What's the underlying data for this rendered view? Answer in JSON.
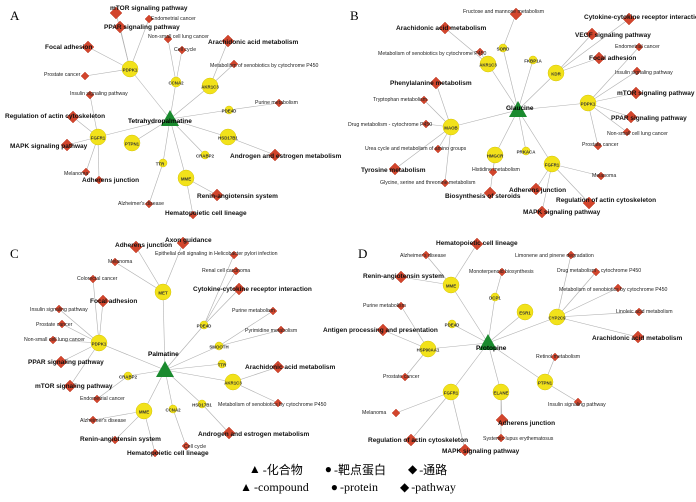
{
  "panels": [
    {
      "label": "A",
      "center": {
        "label": "Tetrahydropalmatine"
      },
      "proteins": [
        "PDPK1",
        "CCNA2",
        "AKR1C3",
        "PTPN1",
        "FGFR1",
        "PDE4D",
        "HSD17B1",
        "TTR",
        "CRABP2",
        "MME"
      ],
      "pathways": [
        "mTOR signaling pathway",
        "PPAR signaling pathway",
        "Endometrial cancer",
        "Non-small cell lung cancer",
        "Cell cycle",
        "Focal adhesion",
        "Arachidonic acid metabolism",
        "Metabolism of xenobiotics by cytochrome P450",
        "Prostate cancer",
        "Insulin signaling pathway",
        "Purine metabolism",
        "Regulation of actin cytoskeleton",
        "MAPK signaling pathway",
        "Androgen and estrogen metabolism",
        "Melanoma",
        "Adherens junction",
        "Renin-angiotensin system",
        "Alzheimer's disease",
        "Hematopoietic cell lineage"
      ]
    },
    {
      "label": "B",
      "center": {
        "label": "Glaucine"
      },
      "proteins": [
        "AKR1C3",
        "SORD",
        "FKBP1A",
        "KDR",
        "PDPK1",
        "MAOB",
        "HMGCR",
        "PRKACA",
        "FGFR1"
      ],
      "pathways": [
        "Fructose and mannose metabolism",
        "Cytokine-cytokine receptor interaction",
        "Arachidonic acid metabolism",
        "VEGF signaling pathway",
        "Metabolism of xenobiotics by cytochrome P450",
        "Focal adhesion",
        "Endometrial cancer",
        "Insulin signaling pathway",
        "Phenylalanine metabolism",
        "mTOR signaling pathway",
        "Tryptophan metabolism",
        "PPAR signaling pathway",
        "Drug metabolism - cytochrome P450",
        "Non-small cell lung cancer",
        "Urea cycle and metabolism of amino groups",
        "Prostate cancer",
        "Histidine metabolism",
        "Melanoma",
        "Tyrosine metabolism",
        "Adherens junction",
        "Glycine, serine and threonine metabolism",
        "Regulation of actin cytoskeleton",
        "Biosynthesis of steroids",
        "MAPK signaling pathway"
      ]
    },
    {
      "label": "C",
      "center": {
        "label": "Palmatine"
      },
      "proteins": [
        "MET",
        "PDPK1",
        "PDE4D",
        "SMOOTH",
        "CRABP2",
        "TTR",
        "AKR1C3",
        "HSD17B1",
        "MME",
        "CCNA2"
      ],
      "pathways": [
        "Axon guidance",
        "Adherens junction",
        "Epithelial cell signaling in Helicobacter pylori infection",
        "Melanoma",
        "Renal cell carcinoma",
        "Colorectal cancer",
        "Cytokine-cytokine receptor interaction",
        "Focal adhesion",
        "Purine metabolism",
        "Insulin signaling pathway",
        "Prostate cancer",
        "Pyrimidine metabolism",
        "Non-small cell lung cancer",
        "PPAR signaling pathway",
        "mTOR signaling pathway",
        "Arachidonic acid metabolism",
        "Endometrial cancer",
        "Metabolism of xenobiotics by cytochrome P450",
        "Alzheimer's disease",
        "Androgen and estrogen metabolism",
        "Renin-angiotensin system",
        "Hematopoietic cell lineage",
        "Cell cycle"
      ]
    },
    {
      "label": "D",
      "center": {
        "label": "Protopine"
      },
      "proteins": [
        "MME",
        "DCP1",
        "PDE4D",
        "HSP90AA1",
        "ESR1",
        "CYP2C9",
        "FGFR1",
        "ELANE",
        "PTPN1"
      ],
      "pathways": [
        "Hematopoietic cell lineage",
        "Alzheimer's disease",
        "Limonene and pinene degradation",
        "Renin-angiotensin system",
        "Monoterpenoid biosynthesis",
        "Drug metabolism - cytochrome P450",
        "Purine metabolism",
        "Metabolism of xenobiotics by cytochrome P450",
        "Antigen processing and presentation",
        "Linoleic acid metabolism",
        "Arachidonic acid metabolism",
        "Retinol metabolism",
        "Prostate cancer",
        "Insulin signaling pathway",
        "Melanoma",
        "Adherens junction",
        "Systemic lupus erythematosus",
        "Regulation of actin cytoskeleton",
        "MAPK signaling pathway"
      ]
    }
  ],
  "legend": {
    "row_cn": [
      {
        "symbol": "▲",
        "text": "-化合物"
      },
      {
        "symbol": "●",
        "text": "-靶点蛋白"
      },
      {
        "symbol": "◆",
        "text": "-通路"
      }
    ],
    "row_en": [
      {
        "symbol": "▲",
        "text": "-compound"
      },
      {
        "symbol": "●",
        "text": "-protein"
      },
      {
        "symbol": "◆",
        "text": "-pathway"
      }
    ]
  },
  "colors": {
    "compound": "#1a8a2e",
    "protein": "#f2e21a",
    "pathway": "#d2452c",
    "edge": "#b0b0b0"
  }
}
